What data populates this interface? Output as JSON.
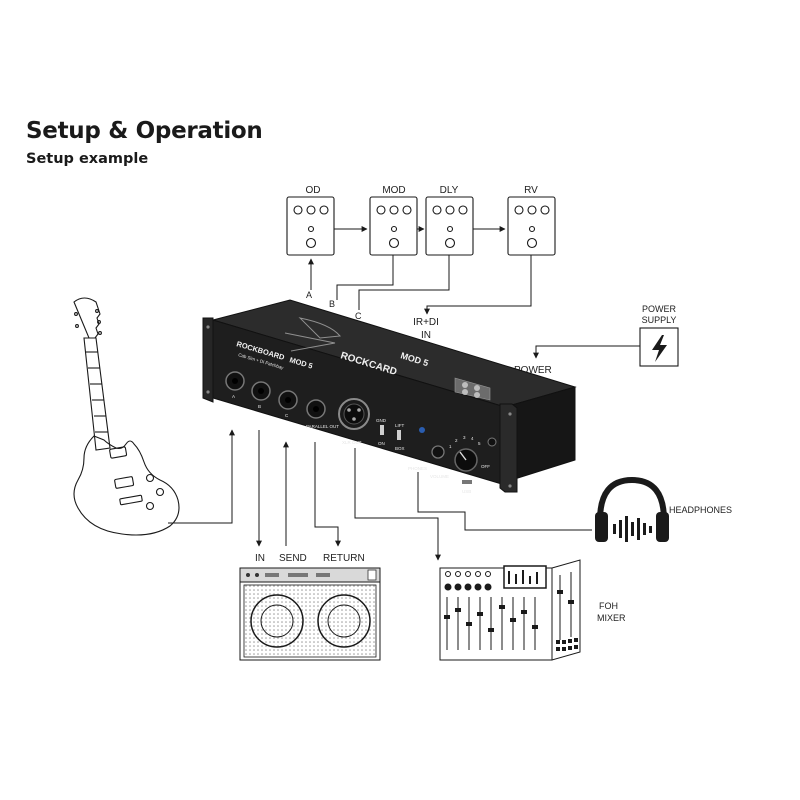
{
  "header": {
    "title": "Setup & Operation",
    "subtitle": "Setup example"
  },
  "pedals": [
    {
      "label": "OD"
    },
    {
      "label": "MOD"
    },
    {
      "label": "DLY"
    },
    {
      "label": "RV"
    }
  ],
  "connections": {
    "a": "A",
    "b": "B",
    "c": "C",
    "ir_di": "IR+DI",
    "in_label": "IN",
    "power": "POWER",
    "power_supply_line1": "POWER",
    "power_supply_line2": "SUPPLY",
    "headphones": "HEADPHONES",
    "amp_in": "IN",
    "amp_send": "SEND",
    "amp_return": "RETURN",
    "foh_line1": "FOH",
    "foh_line2": "MIXER"
  },
  "device": {
    "brand": "ROCKBOARD",
    "model": "MOD 5",
    "tagline": "Cab Sim + DI Patchbay",
    "top_brand": "ROCKCARD",
    "top_model": "MOD 5",
    "jack_labels": [
      "A",
      "B",
      "C",
      "PARALLEL OUT"
    ],
    "xlr_label": "XLR OUT",
    "switch_labels": [
      "GND",
      "LIFT",
      "ON",
      "BOX"
    ],
    "phones_label": "PHONES",
    "volume_label": "VOLUME",
    "usb_label": "USB",
    "knob_labels": [
      "1",
      "2",
      "3",
      "4",
      "5",
      "OFF"
    ]
  },
  "colors": {
    "device_body": "#1e1e1e",
    "device_top": "#2c2c2c",
    "line": "#1a1a1a"
  }
}
